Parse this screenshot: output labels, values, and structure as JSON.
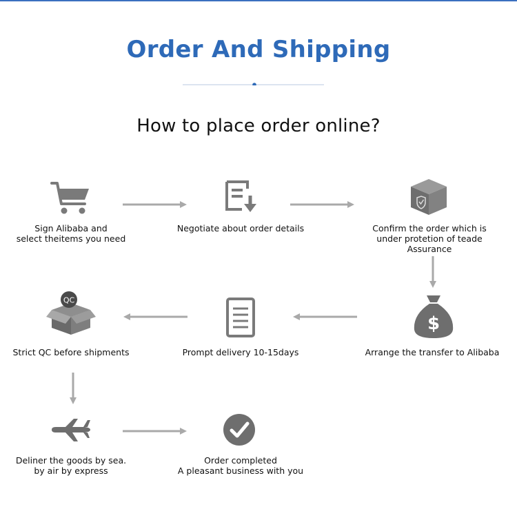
{
  "header": {
    "title": "Order And Shipping",
    "subtitle": "How to place order online?"
  },
  "colors": {
    "accent": "#2e6ab8",
    "icon": "#7a7a7a",
    "arrow": "#a9a9a9"
  },
  "steps": [
    {
      "icon": "shopping-cart-icon",
      "line1": "Sign Alibaba and",
      "line2": "select theitems you need"
    },
    {
      "icon": "document-download-icon",
      "line1": "Negotiate about order details",
      "line2": ""
    },
    {
      "icon": "shield-box-icon",
      "line1": "Confirm the order which is",
      "line2": "under protetion of teade Assurance"
    },
    {
      "icon": "money-bag-icon",
      "line1": "Arrange the transfer to Alibaba",
      "line2": ""
    },
    {
      "icon": "document-list-icon",
      "line1": "Prompt delivery 10-15days",
      "line2": ""
    },
    {
      "icon": "qc-box-icon",
      "line1": "Strict QC before shipments",
      "line2": ""
    },
    {
      "icon": "airplane-icon",
      "line1": "Deliner the goods by sea.",
      "line2": "by air by express"
    },
    {
      "icon": "check-circle-icon",
      "line1": "Order completed",
      "line2": "A pleasant business with you"
    }
  ],
  "qc_badge": "QC",
  "money_symbol": "$"
}
